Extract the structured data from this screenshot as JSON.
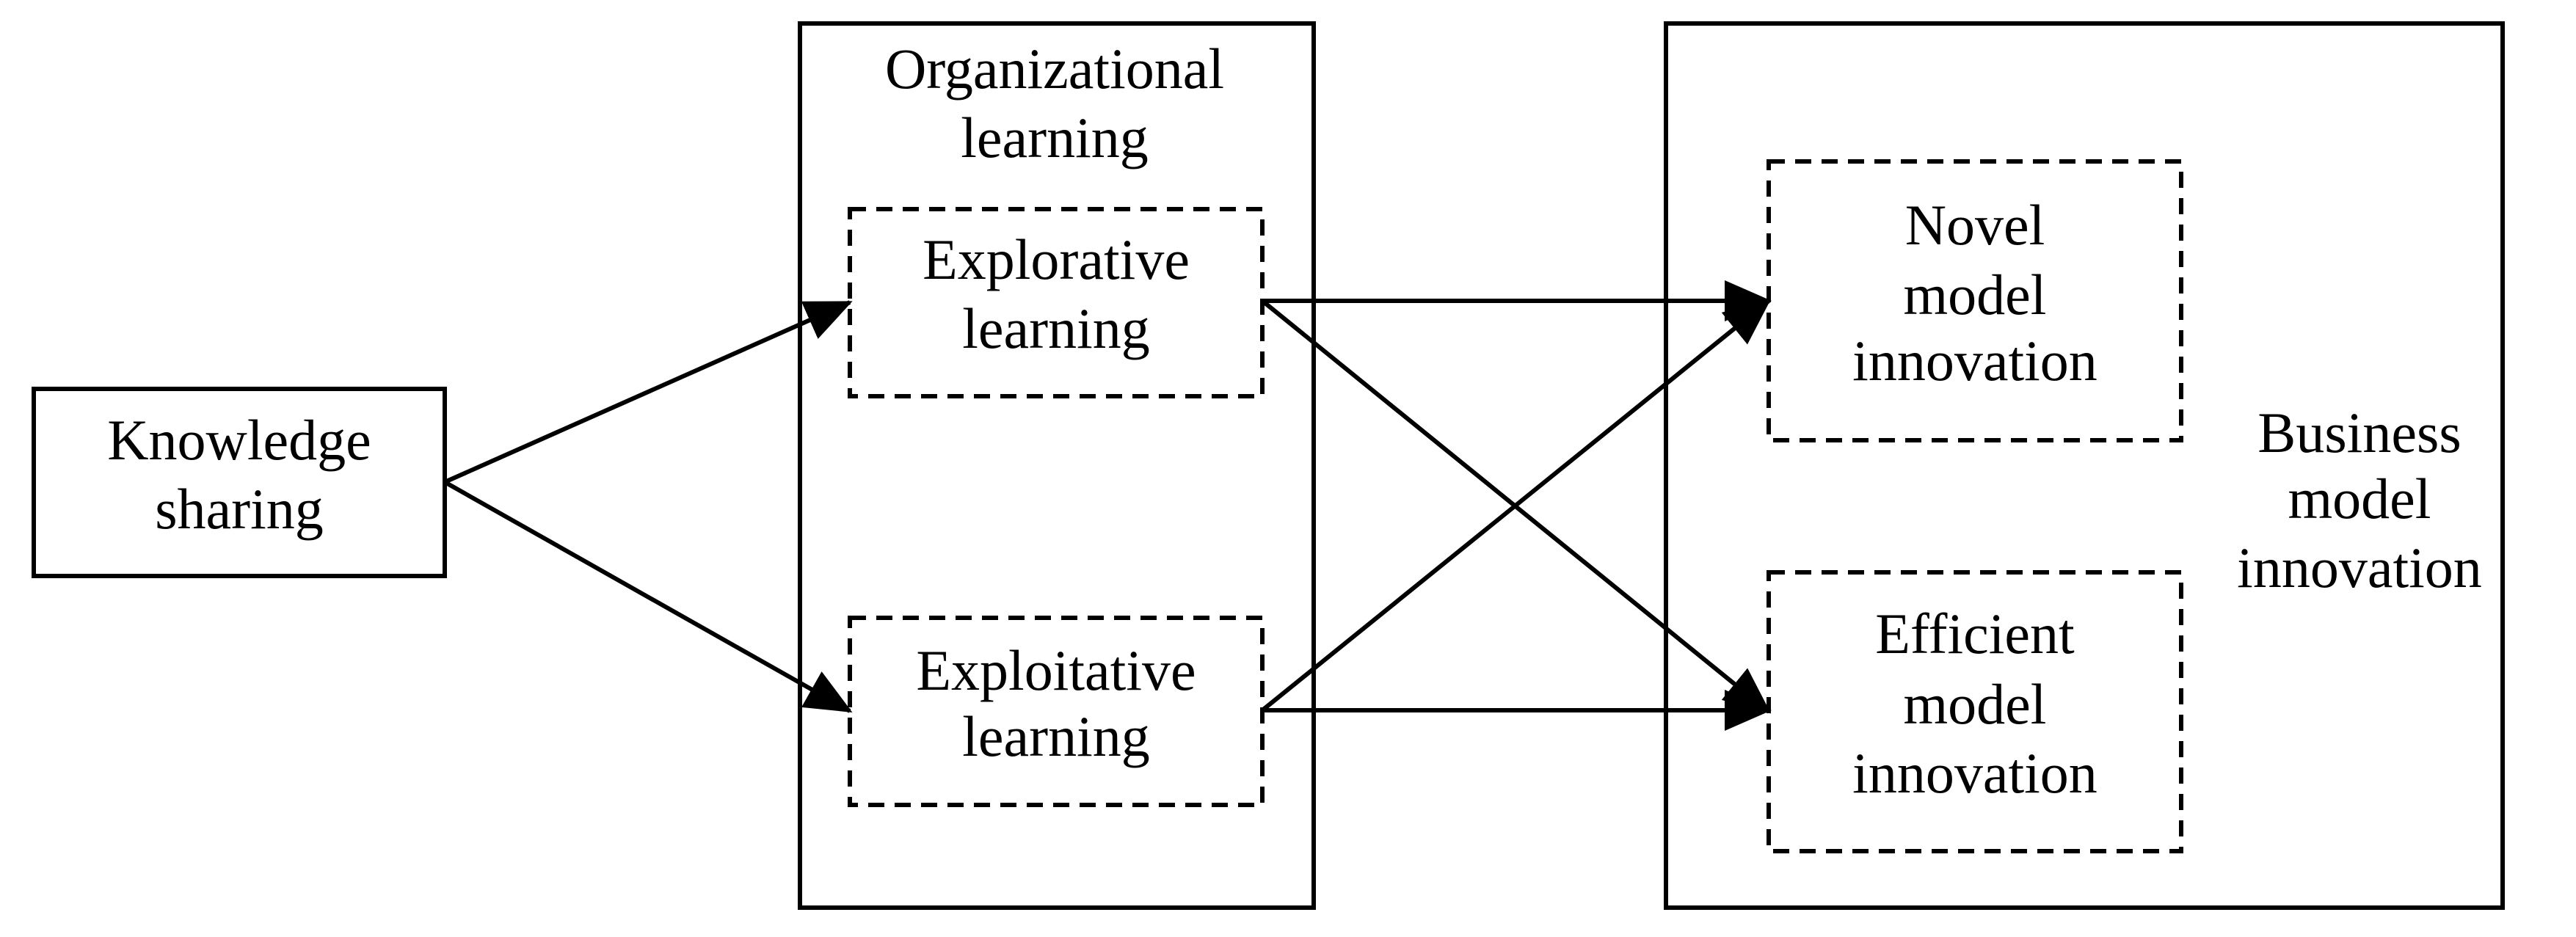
{
  "nodes": {
    "knowledge_sharing": {
      "line1": "Knowledge",
      "line2": "sharing"
    },
    "organizational_learning": {
      "line1": "Organizational",
      "line2": "learning"
    },
    "explorative_learning": {
      "line1": "Explorative",
      "line2": "learning"
    },
    "exploitative_learning": {
      "line1": "Exploitative",
      "line2": "learning"
    },
    "business_model_innovation": {
      "line1": "Business",
      "line2": "model",
      "line3": "innovation"
    },
    "novel_model_innovation": {
      "line1": "Novel",
      "line2": "model",
      "line3": "innovation"
    },
    "efficient_model_innovation": {
      "line1": "Efficient",
      "line2": "model",
      "line3": "innovation"
    }
  },
  "edges": [
    {
      "from": "knowledge_sharing",
      "to": "explorative_learning"
    },
    {
      "from": "knowledge_sharing",
      "to": "exploitative_learning"
    },
    {
      "from": "explorative_learning",
      "to": "novel_model_innovation"
    },
    {
      "from": "explorative_learning",
      "to": "efficient_model_innovation"
    },
    {
      "from": "exploitative_learning",
      "to": "novel_model_innovation"
    },
    {
      "from": "exploitative_learning",
      "to": "efficient_model_innovation"
    }
  ],
  "colors": {
    "stroke": "#000000",
    "background": "#ffffff"
  }
}
